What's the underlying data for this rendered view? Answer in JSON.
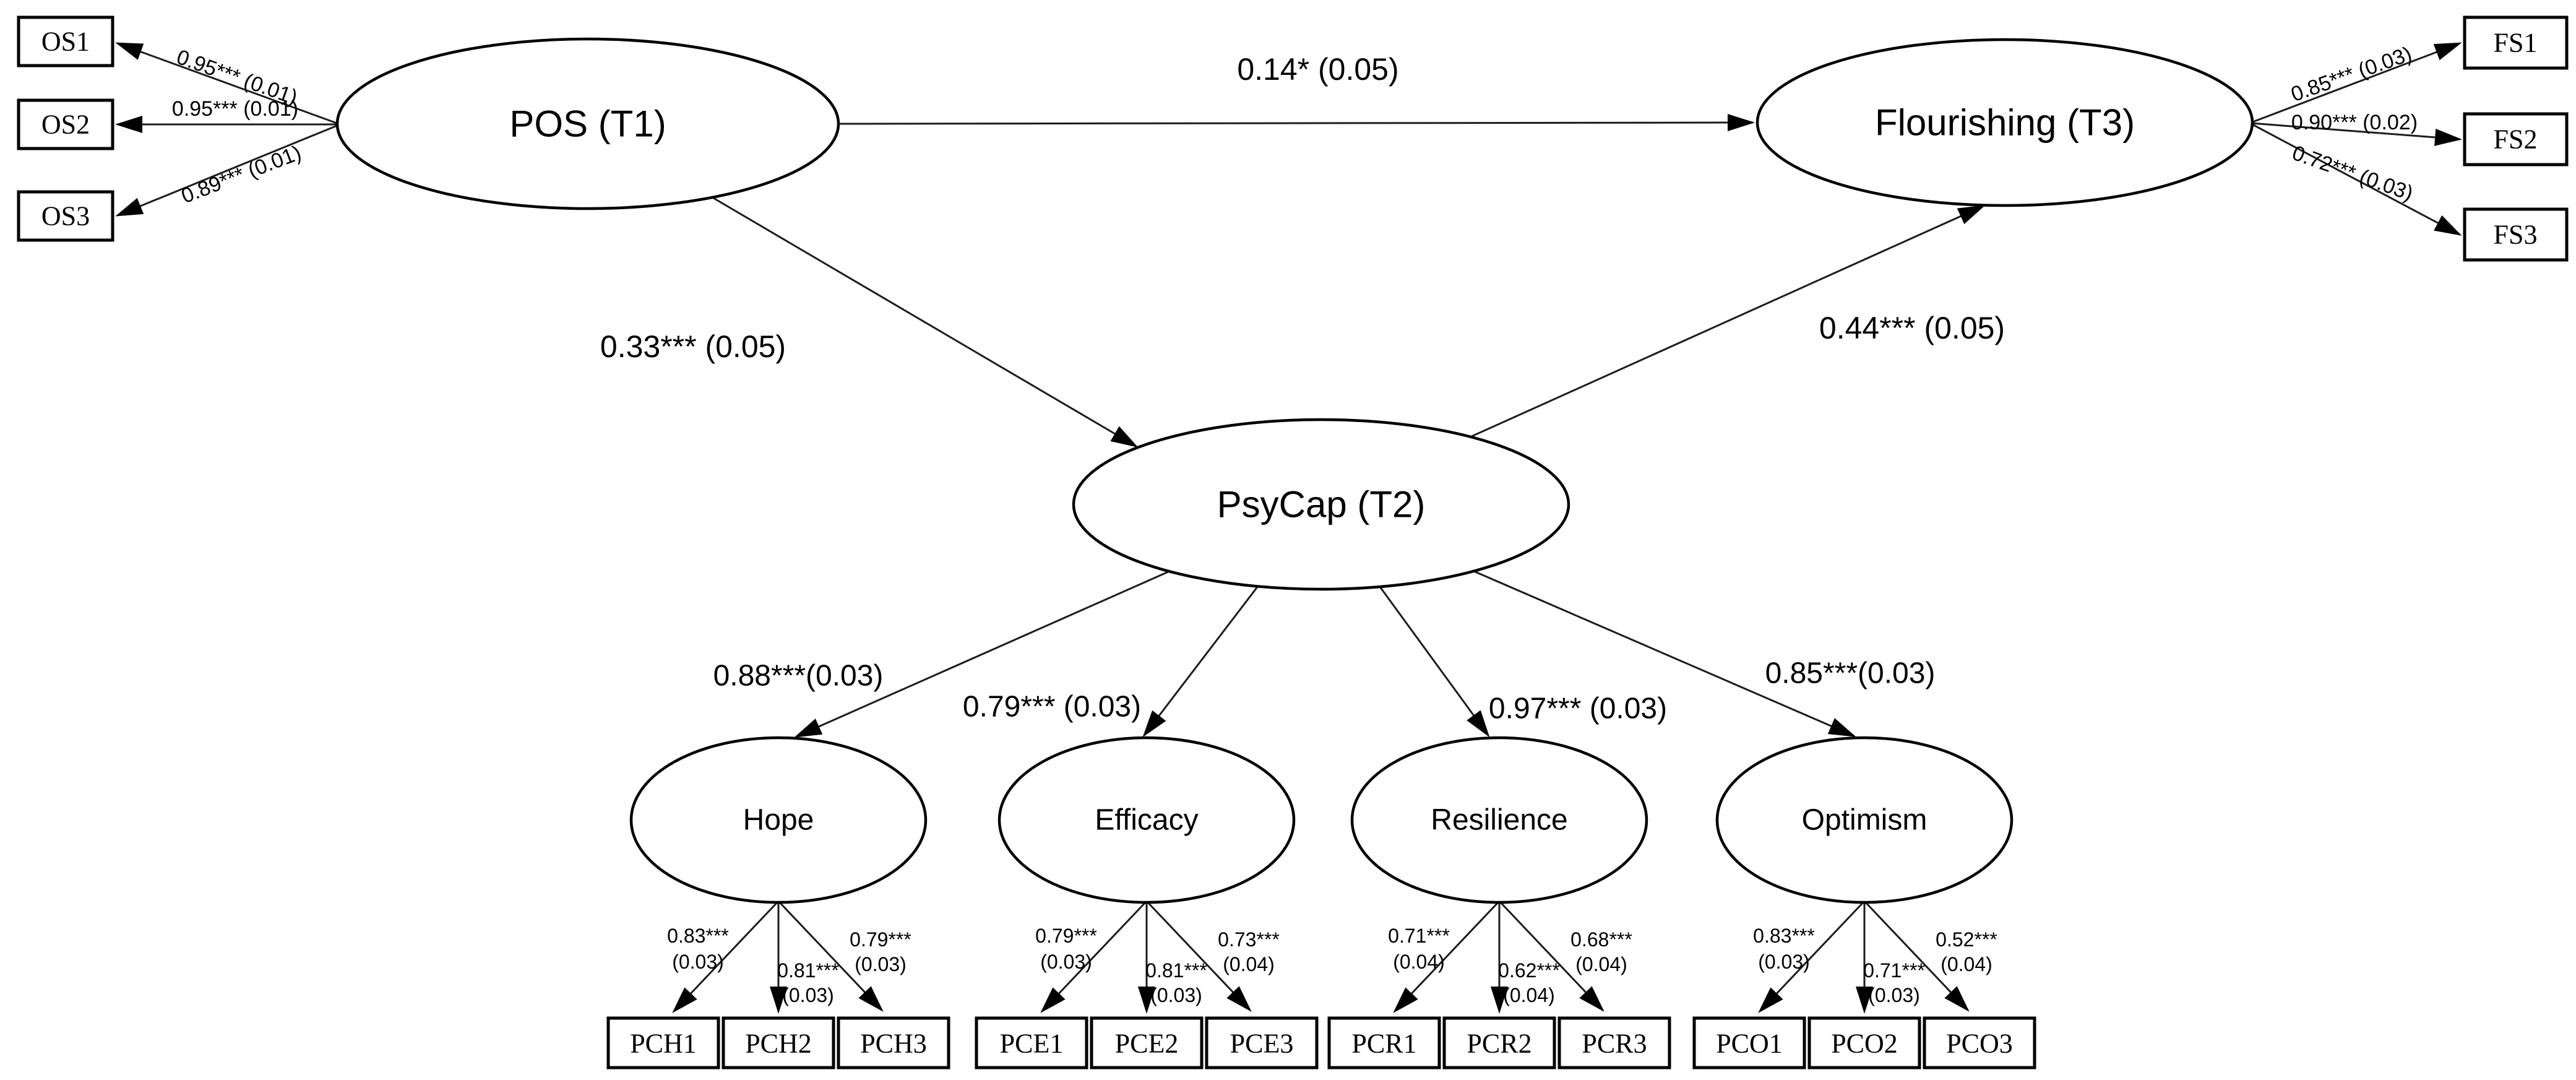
{
  "nodes": {
    "pos": "POS (T1)",
    "flourishing": "Flourishing (T3)",
    "psycap": "PsyCap (T2)",
    "hope": "Hope",
    "efficacy": "Efficacy",
    "resilience": "Resilience",
    "optimism": "Optimism"
  },
  "paths": {
    "pos_to_flourishing": "0.14* (0.05)",
    "pos_to_psycap": "0.33*** (0.05)",
    "psycap_to_flourishing": "0.44*** (0.05)",
    "psycap_to_hope": "0.88***(0.03)",
    "psycap_to_efficacy": "0.79*** (0.03)",
    "psycap_to_resilience": "0.97*** (0.03)",
    "psycap_to_optimism": "0.85***(0.03)"
  },
  "indicators": {
    "os": [
      {
        "name": "OS1",
        "loading": "0.95*** (0.01)"
      },
      {
        "name": "OS2",
        "loading": "0.95*** (0.01)"
      },
      {
        "name": "OS3",
        "loading": "0.89*** (0.01)"
      }
    ],
    "fs": [
      {
        "name": "FS1",
        "loading": "0.85*** (0.03)"
      },
      {
        "name": "FS2",
        "loading": "0.90*** (0.02)"
      },
      {
        "name": "FS3",
        "loading": "0.72*** (0.03)"
      }
    ],
    "hope": [
      {
        "name": "PCH1",
        "est": "0.83***",
        "se": "(0.03)"
      },
      {
        "name": "PCH2",
        "est": "0.81***",
        "se": "(0.03)"
      },
      {
        "name": "PCH3",
        "est": "0.79***",
        "se": "(0.03)"
      }
    ],
    "efficacy": [
      {
        "name": "PCE1",
        "est": "0.79***",
        "se": "(0.03)"
      },
      {
        "name": "PCE2",
        "est": "0.81***",
        "se": "(0.03)"
      },
      {
        "name": "PCE3",
        "est": "0.73***",
        "se": "(0.04)"
      }
    ],
    "resilience": [
      {
        "name": "PCR1",
        "est": "0.71***",
        "se": "(0.04)"
      },
      {
        "name": "PCR2",
        "est": "0.62***",
        "se": "(0.04)"
      },
      {
        "name": "PCR3",
        "est": "0.68***",
        "se": "(0.04)"
      }
    ],
    "optimism": [
      {
        "name": "PCO1",
        "est": "0.83***",
        "se": "(0.03)"
      },
      {
        "name": "PCO2",
        "est": "0.71***",
        "se": "(0.03)"
      },
      {
        "name": "PCO3",
        "est": "0.52***",
        "se": "(0.04)"
      }
    ]
  }
}
